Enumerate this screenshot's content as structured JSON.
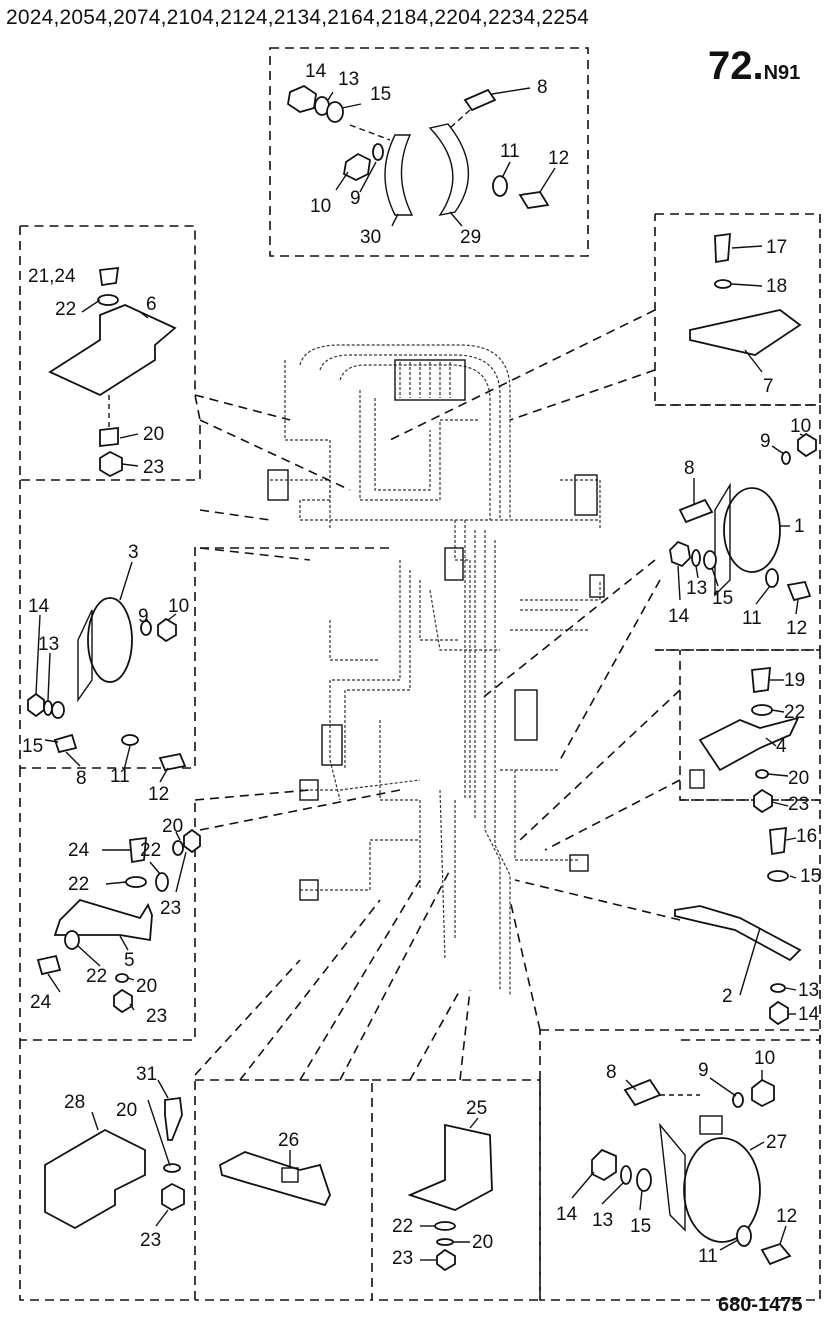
{
  "header": {
    "models": "2024,2054,2074,2104,2124,2134,2164,2184,2204,2234,2254",
    "page_number": "72.",
    "page_suffix": "N91"
  },
  "footer": {
    "drawing_number": "680-1475"
  },
  "callouts": {
    "g1": [
      "14",
      "13",
      "15",
      "8",
      "10",
      "9",
      "30",
      "29",
      "11",
      "12"
    ],
    "g2": [
      "21,24",
      "22",
      "6",
      "20",
      "23"
    ],
    "g3": [
      "17",
      "18",
      "7"
    ],
    "g4": [
      "3",
      "14",
      "13",
      "9",
      "10",
      "15",
      "8",
      "11",
      "12"
    ],
    "g5": [
      "10",
      "9",
      "8",
      "1",
      "14",
      "13",
      "15",
      "11",
      "12"
    ],
    "g6": [
      "19",
      "22",
      "4",
      "20",
      "23"
    ],
    "g7": [
      "24",
      "22",
      "22",
      "20",
      "23",
      "5",
      "22",
      "24",
      "20",
      "23"
    ],
    "g8": [
      "16",
      "15",
      "2",
      "13",
      "14"
    ],
    "g9": [
      "28",
      "31",
      "20",
      "23"
    ],
    "g10": [
      "26"
    ],
    "g11": [
      "25",
      "22",
      "20",
      "23"
    ],
    "g12": [
      "8",
      "10",
      "9",
      "27",
      "14",
      "13",
      "15",
      "12",
      "11"
    ]
  }
}
